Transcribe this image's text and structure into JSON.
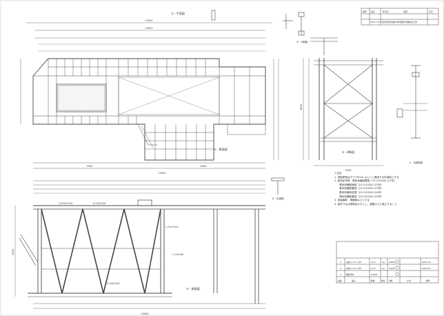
{
  "drawing": {
    "title_block": {
      "cells": [
        "番号",
        "改正",
        "年月日",
        "名称",
        "訂正"
      ],
      "project": "東部造船所新艤装岸壁用鋼製浮桟橋改造工事",
      "date": "2021.3.25"
    },
    "views": {
      "plan": "①・平面図",
      "elevation": "②・側面図",
      "section_a": "③・断面図",
      "section_b": "④・B断面",
      "detail_c": "⑤・C断面",
      "front": "⑥・正面図",
      "detail_d": "⑦・D部詳細"
    },
    "dimensions": {
      "overall_length": "13000",
      "upper_span": "10500",
      "lower_span_a": "5000",
      "lower_span_b": "6500",
      "height": "3800",
      "width": "3200",
      "depth": "2450"
    },
    "member_labels": [
      "2-H125×100",
      "H-150×150",
      "L-75×75×6",
      "C-125×65",
      "H-100×100"
    ],
    "notes": {
      "heading": "1.注記",
      "lines": [
        "1. 溶接脚長はすべて6mm 以上とし連続すみ肉溶接とする",
        "2. 部材記号等　電気設備配置図（23-210326-121号）",
        "　　電気設備配線図（23-210326-122号）",
        "　　電気設備配置図（23-210326-123号）",
        "　　電気設備系統図（23-210326-124号）",
        "　　電気設備配置図（23-210326-125号）",
        "3. 塗装膜厚　規格値以上とする",
        "4. 部材寸法は現場合わせとし、調整のうえ施工すること"
      ]
    },
    "bom": {
      "rows": [
        {
          "no": "3",
          "name": "主構, H, PC, 2PH",
          "qty": "10.5",
          "unit": "kg",
          "mat": "SS400",
          "spec": "M16×45"
        },
        {
          "no": "2",
          "name": "主構, H, PC, 2PH",
          "qty": "10.5",
          "unit": "kg",
          "mat": "SS400",
          "spec": "M16×50"
        },
        {
          "no": "1",
          "name": "鋼製浮体",
          "qty": "",
          "unit": "",
          "mat": "SS400",
          "spec": ""
        }
      ],
      "header": [
        "品番",
        "品名",
        "数量",
        "単位",
        "材質",
        "寸法",
        "備考"
      ]
    }
  }
}
